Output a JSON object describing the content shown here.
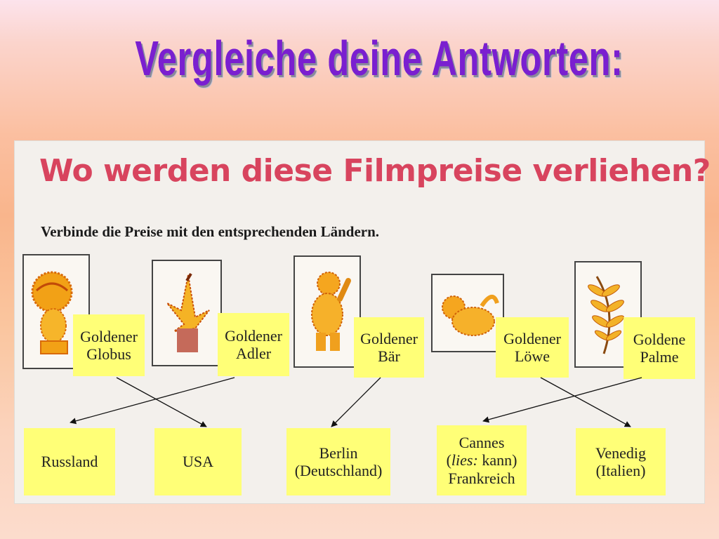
{
  "slide": {
    "title": "Vergleiche deine Antworten:"
  },
  "worksheet": {
    "heading": "Wo werden diese Filmpreise verliehen?",
    "instruction": "Verbinde die Preise mit den entsprechenden Ländern.",
    "awards": [
      {
        "line1": "Goldener",
        "line2": "Globus"
      },
      {
        "line1": "Goldener",
        "line2": "Adler"
      },
      {
        "line1": "Goldener",
        "line2": "Bär"
      },
      {
        "line1": "Goldener",
        "line2": "Löwe"
      },
      {
        "line1": "Goldene",
        "line2": "Palme"
      }
    ],
    "places": [
      {
        "line1": "Russland"
      },
      {
        "line1": "USA"
      },
      {
        "line1": "Berlin",
        "line2": "(Deutschland)"
      },
      {
        "line1": "Cannes",
        "line2_italic": "lies:",
        "line2_rest": " kann)",
        "line2_open": "(",
        "line3": "Frankreich"
      },
      {
        "line1": "Venedig",
        "line2": "(Italien)"
      }
    ]
  }
}
